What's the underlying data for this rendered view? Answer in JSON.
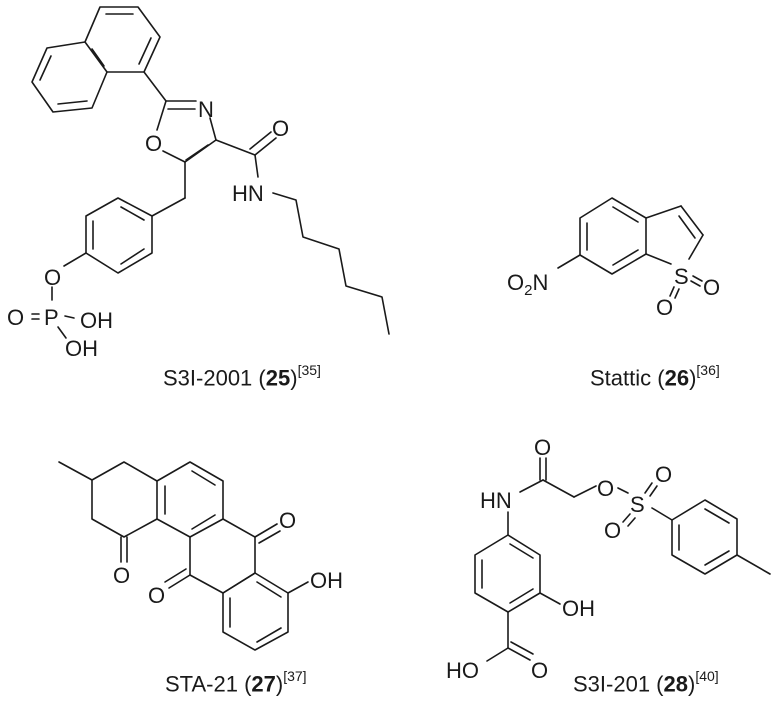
{
  "figure": {
    "compounds": [
      {
        "name": "S3I-2001",
        "number": "25",
        "ref": "[35]",
        "atoms": {
          "n": "N",
          "o_ring": "O",
          "o_carbonyl": "O",
          "hn": "HN",
          "o_ester": "O",
          "p": "P",
          "o_double": "O",
          "oh1": "OH",
          "oh2": "OH"
        }
      },
      {
        "name": "Stattic",
        "number": "26",
        "ref": "[36]",
        "atoms": {
          "o2n": "O",
          "o2n_sub": "2",
          "o2n_n": "N",
          "s": "S",
          "o1": "O",
          "o2": "O"
        }
      },
      {
        "name": "STA-21",
        "number": "27",
        "ref": "[37]",
        "atoms": {
          "o1": "O",
          "o2": "O",
          "o3": "O",
          "oh": "OH"
        }
      },
      {
        "name": "S3I-201",
        "number": "28",
        "ref": "[40]",
        "atoms": {
          "o_amide": "O",
          "hn": "HN",
          "o_ester": "O",
          "s": "S",
          "o_s1": "O",
          "o_s2": "O",
          "oh": "OH",
          "ho": "HO",
          "o_acid": "O"
        }
      }
    ]
  }
}
